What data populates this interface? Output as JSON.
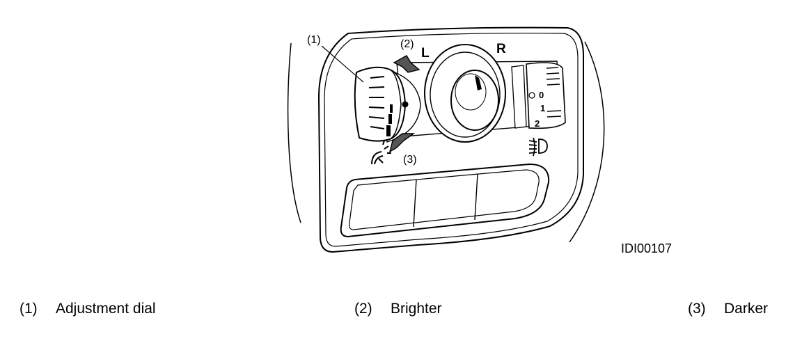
{
  "figure": {
    "image_id": "IDI00107",
    "callouts": {
      "c1": "(1)",
      "c2": "(2)",
      "c3": "(3)"
    },
    "switch_labels": {
      "left": "L",
      "right": "R",
      "pos0": "0",
      "pos1": "1",
      "pos2": "2"
    }
  },
  "legend": [
    {
      "number": "(1)",
      "label": "Adjustment dial"
    },
    {
      "number": "(2)",
      "label": "Brighter"
    },
    {
      "number": "(3)",
      "label": "Darker"
    }
  ]
}
